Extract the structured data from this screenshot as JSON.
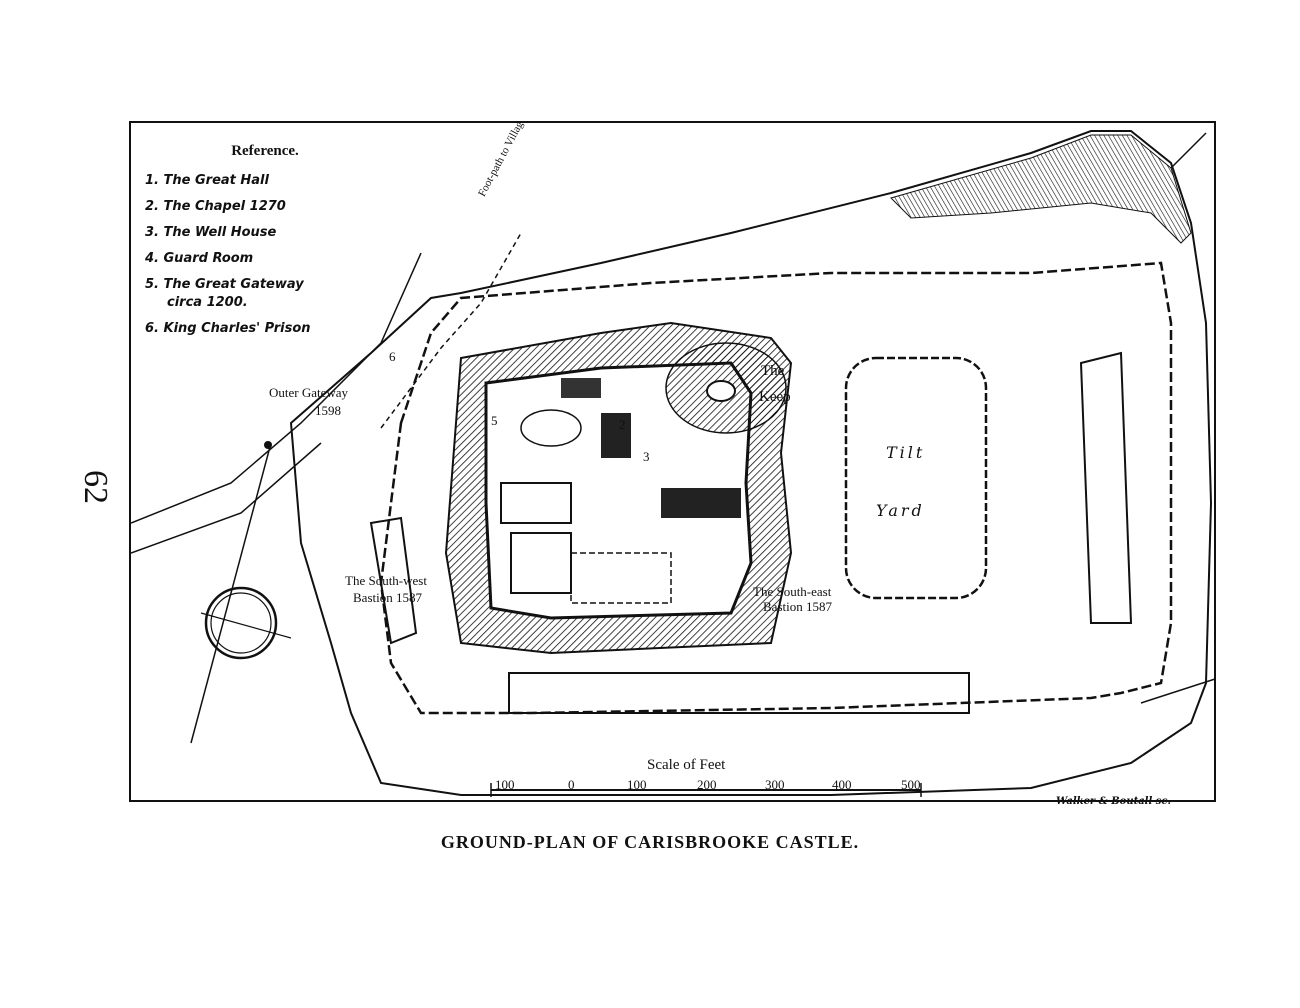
{
  "page_number": "62",
  "reference": {
    "title": "Reference.",
    "items": [
      {
        "num": "1.",
        "text": "The Great Hall"
      },
      {
        "num": "2.",
        "text": "The Chapel 1270"
      },
      {
        "num": "3.",
        "text": "The Well House"
      },
      {
        "num": "4.",
        "text": "Guard Room"
      },
      {
        "num": "5.",
        "text": "The Great Gateway"
      },
      {
        "num": "",
        "text": "circa 1200."
      },
      {
        "num": "6.",
        "text": "King Charles' Prison"
      }
    ]
  },
  "labels": {
    "footpath": "Foot-path to Village",
    "outer_gateway": "Outer Gateway",
    "outer_gateway_year": "1598",
    "keep_1": "The",
    "keep_2": "Keep",
    "tilt_1": "Tilt",
    "tilt_2": "Yard",
    "sw_bastion_1": "The South-west",
    "sw_bastion_2": "Bastion 1587",
    "se_bastion_1": "The South-east",
    "se_bastion_2": "Bastion 1587",
    "num_6": "6",
    "num_5": "5",
    "num_2": "2",
    "num_3": "3"
  },
  "scale": {
    "title": "Scale of Feet",
    "ticks": [
      "100",
      "0",
      "100",
      "200",
      "300",
      "400",
      "500"
    ]
  },
  "engraver": "Walker & Boutall sc.",
  "caption": "GROUND-PLAN OF CARISBROOKE CASTLE."
}
